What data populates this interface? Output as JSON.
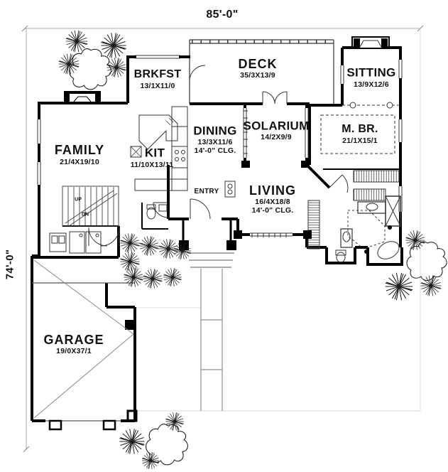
{
  "plan": {
    "title": "house-floor-plan",
    "overall": {
      "width": "85'-0\"",
      "depth": "74'-0\""
    },
    "rooms": {
      "brkfst": {
        "name": "BRKFST",
        "size": "13/1X11/0"
      },
      "deck": {
        "name": "DECK",
        "size": "35/3X13/9"
      },
      "sitting": {
        "name": "SITTING",
        "size": "13/9X12/6"
      },
      "dining": {
        "name": "DINING",
        "size": "13/3X11/6",
        "ceiling": "14'-0\" CLG."
      },
      "solarium": {
        "name": "SOLARIUM",
        "size": "14/2X9/9"
      },
      "master_bedroom": {
        "name": "M. BR.",
        "size": "21/1X15/1"
      },
      "family": {
        "name": "FAMILY",
        "size": "21/4X19/10"
      },
      "kitchen": {
        "name": "KIT",
        "size": "11/10X13/11"
      },
      "entry": {
        "name": "ENTRY"
      },
      "living": {
        "name": "LIVING",
        "size": "16/4X18/8",
        "ceiling": "14'-0\" CLG."
      },
      "garage": {
        "name": "GARAGE",
        "size": "19/0X37/1"
      }
    },
    "stairs": {
      "up": "UP",
      "dn": "DN"
    },
    "colors": {
      "wall": "#000000",
      "thin_line": "#333333",
      "dimension_line": "#aaaaaa",
      "background": "#ffffff"
    }
  }
}
